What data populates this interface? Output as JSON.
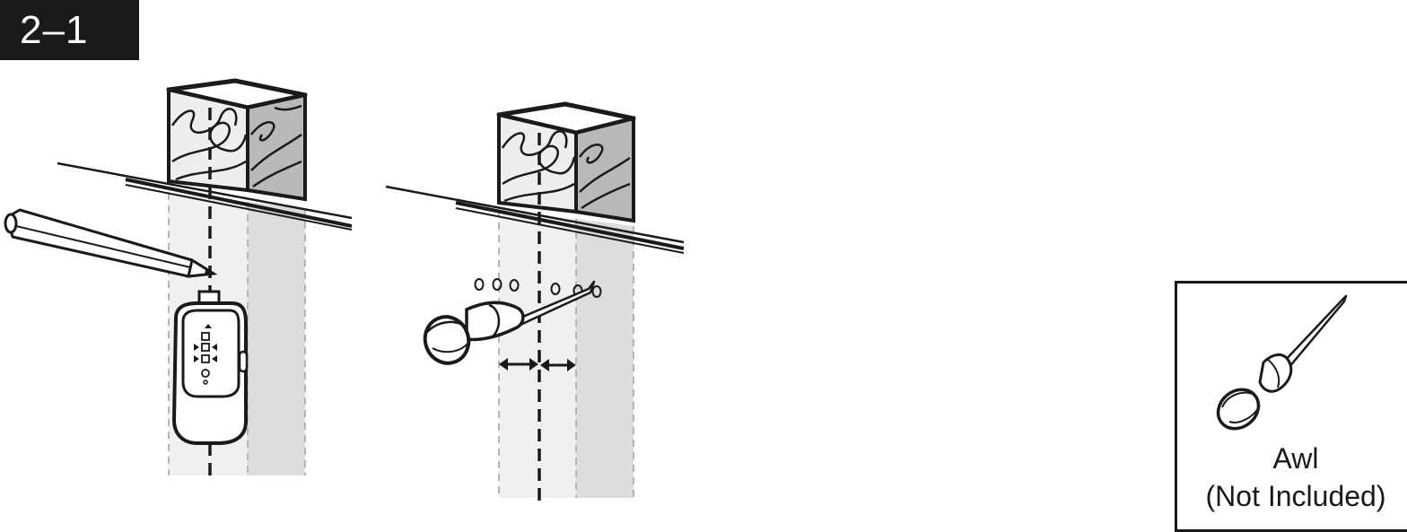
{
  "step": {
    "label": "2–1"
  },
  "tool_callout": {
    "name": "Awl",
    "note": "(Not Included)"
  }
}
